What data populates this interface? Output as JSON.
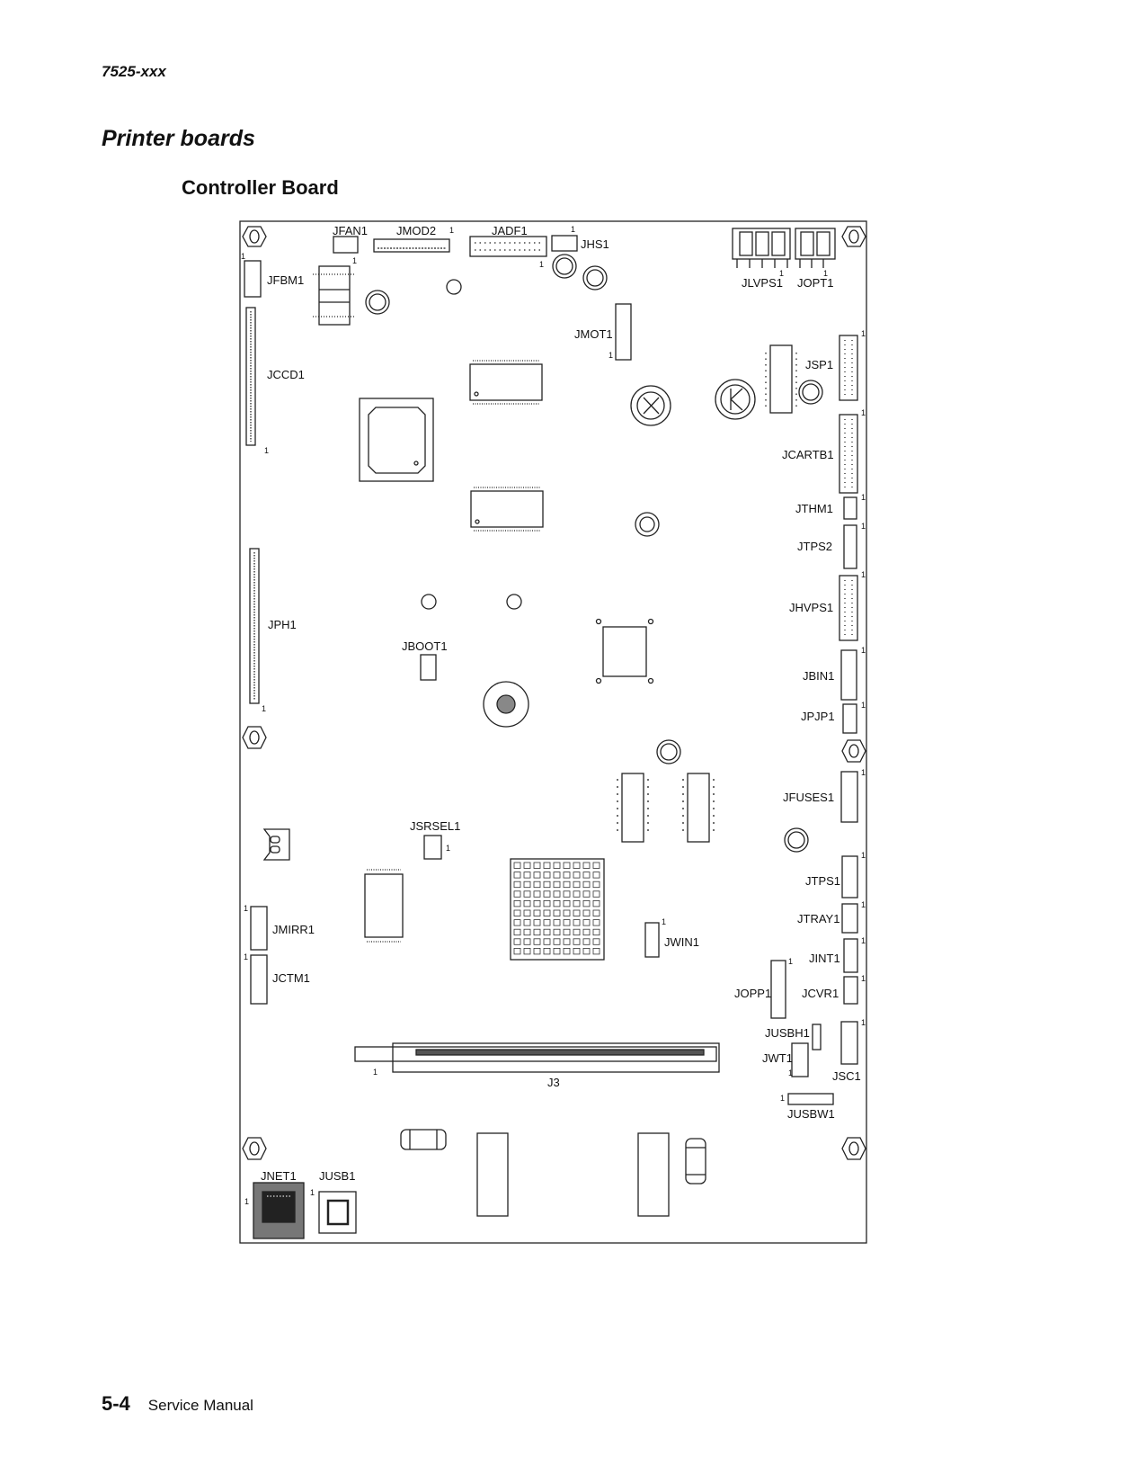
{
  "header": {
    "model": "7525-xxx"
  },
  "section_title": "Printer boards",
  "subsection_title": "Controller Board",
  "board": {
    "connectors": {
      "jfan1": "JFAN1",
      "jmod2": "JMOD2",
      "jadf1": "JADF1",
      "jhs1": "JHS1",
      "jlvps1": "JLVPS1",
      "jopt1": "JOPT1",
      "jfbm1": "JFBM1",
      "jmot1": "JMOT1",
      "jccd1": "JCCD1",
      "jsp1": "JSP1",
      "jcartb1": "JCARTB1",
      "jthm1": "JTHM1",
      "jtps2": "JTPS2",
      "jph1": "JPH1",
      "jhvps1": "JHVPS1",
      "jboot1": "JBOOT1",
      "jbin1": "JBIN1",
      "jpjp1": "JPJP1",
      "jfuses1": "JFUSES1",
      "jsrsel1": "JSRSEL1",
      "jtps1": "JTPS1",
      "jmirr1": "JMIRR1",
      "jtray1": "JTRAY1",
      "jwin1": "JWIN1",
      "jint1": "JINT1",
      "jctm1": "JCTM1",
      "jopp1": "JOPP1",
      "jcvr1": "JCVR1",
      "jusbh1": "JUSBH1",
      "jwt1": "JWT1",
      "jsc1": "JSC1",
      "j3": "J3",
      "jusbw1": "JUSBW1",
      "jnet1": "JNET1",
      "jusb1": "JUSB1"
    },
    "pin_one_marker": "1"
  },
  "footer": {
    "page_number": "5-4",
    "title": "Service Manual"
  }
}
